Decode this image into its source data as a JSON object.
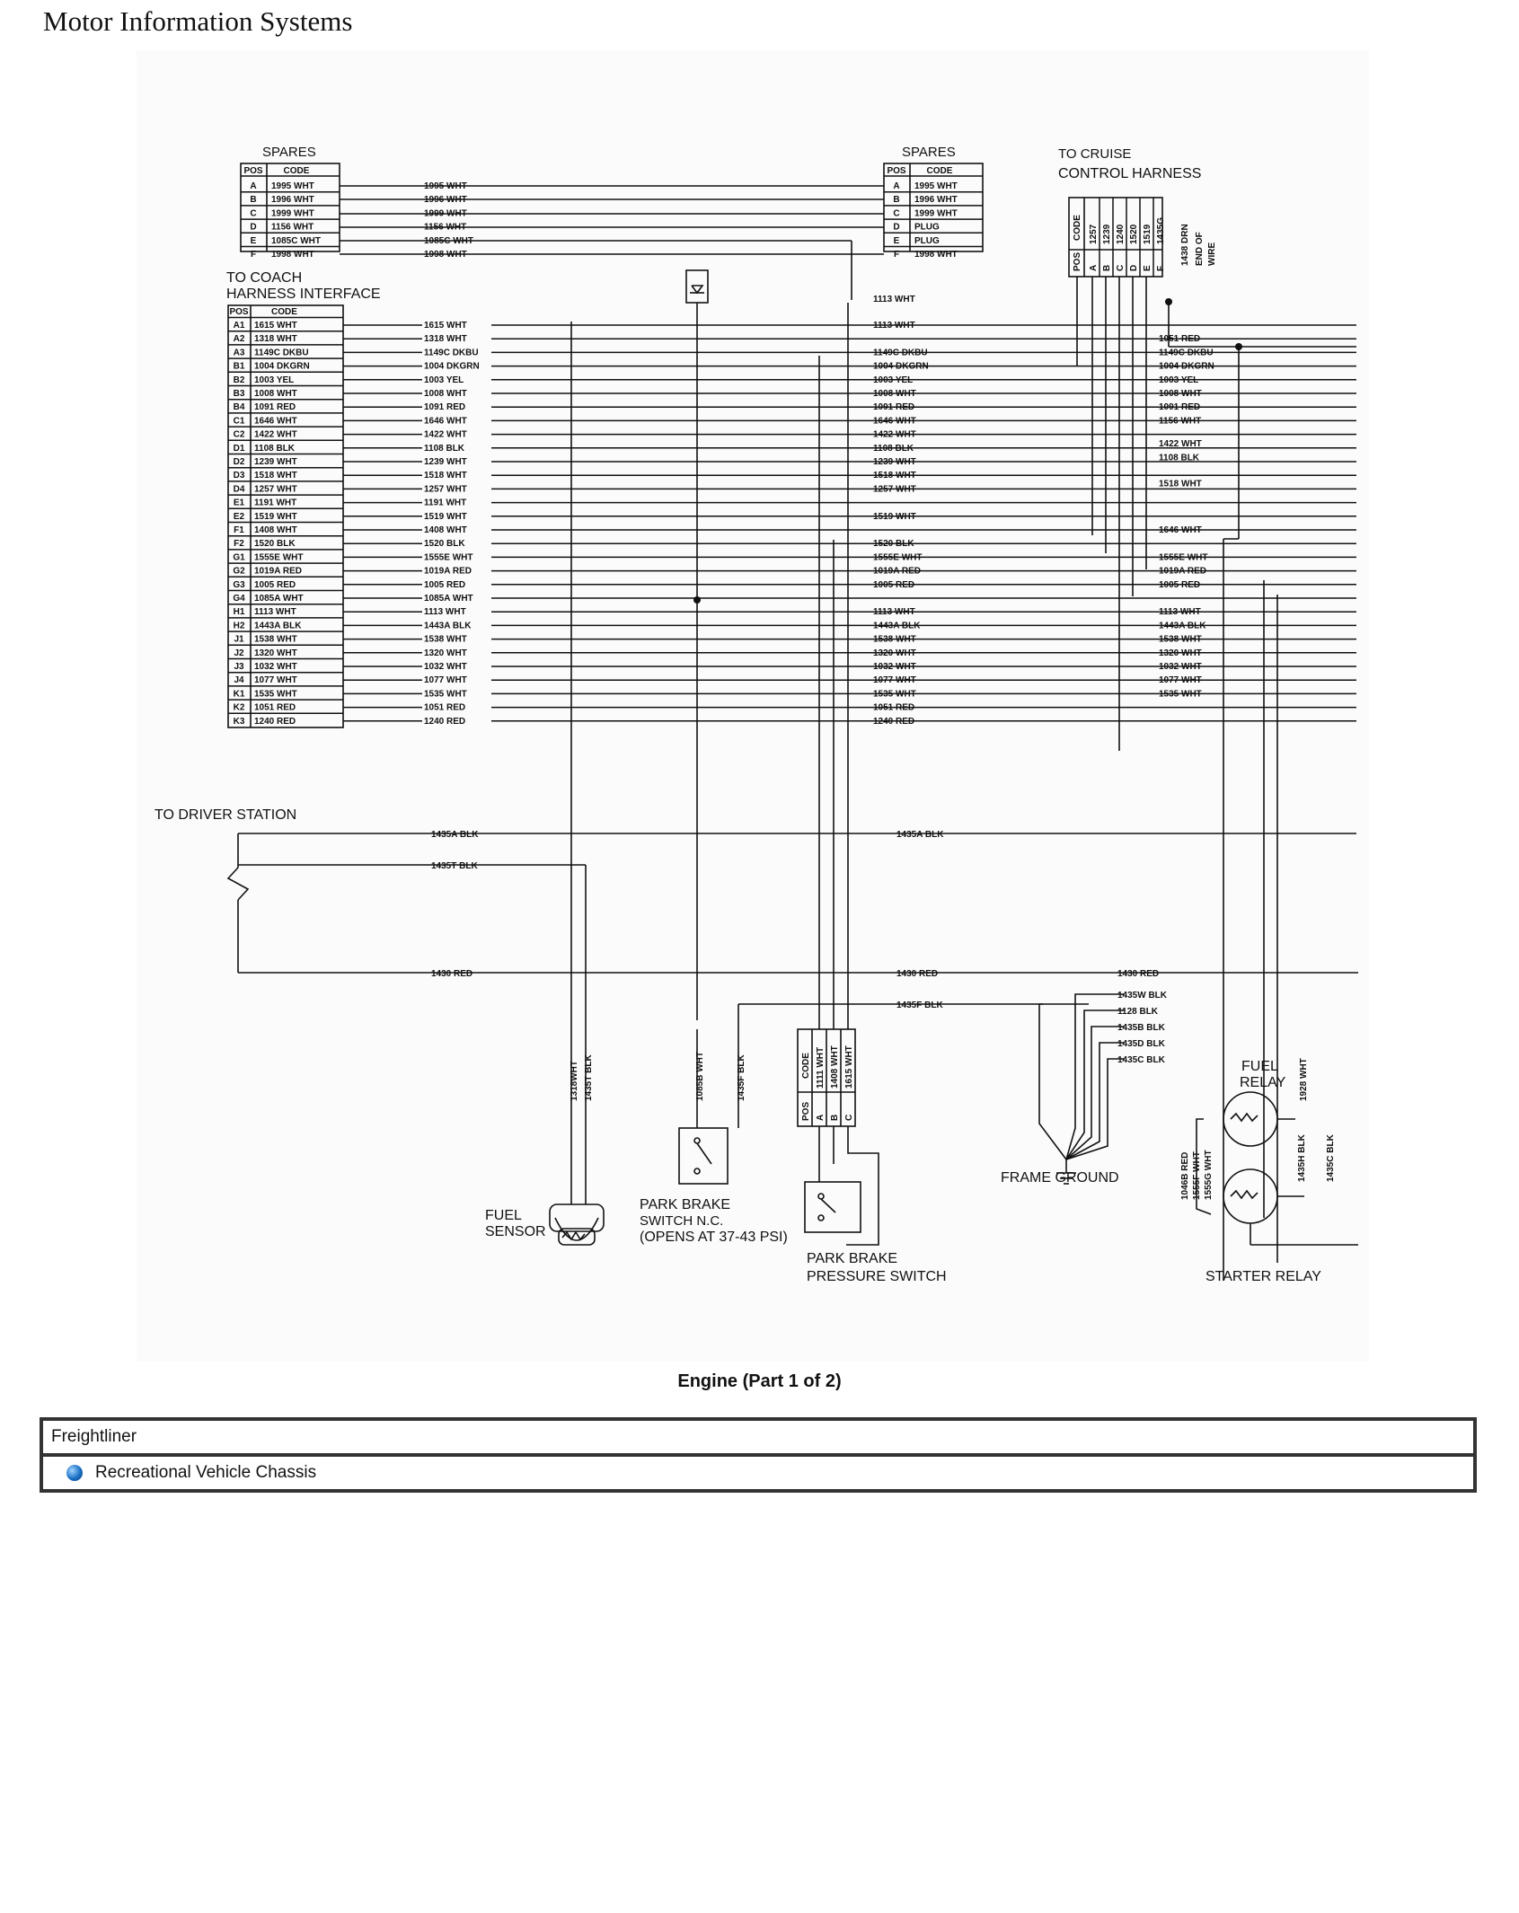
{
  "header": {
    "title": "Motor Information Systems"
  },
  "diagram": {
    "spares_left": {
      "title": "SPARES",
      "columns": [
        "POS",
        "CODE"
      ],
      "rows": [
        [
          "A",
          "1995 WHT"
        ],
        [
          "B",
          "1996 WHT"
        ],
        [
          "C",
          "1999 WHT"
        ],
        [
          "D",
          "1156 WHT"
        ],
        [
          "E",
          "1085C WHT"
        ],
        [
          "F",
          "1998 WHT"
        ]
      ],
      "wire_labels": [
        "1995 WHT",
        "1996 WHT",
        "1999 WHT",
        "1156 WHT",
        "1085C WHT",
        "1998 WHT"
      ]
    },
    "spares_right": {
      "title": "SPARES",
      "columns": [
        "POS",
        "CODE"
      ],
      "rows": [
        [
          "A",
          "1995 WHT"
        ],
        [
          "B",
          "1996 WHT"
        ],
        [
          "C",
          "1999 WHT"
        ],
        [
          "D",
          "PLUG"
        ],
        [
          "E",
          "PLUG"
        ],
        [
          "F",
          "1998 WHT"
        ]
      ]
    },
    "cruise": {
      "title_line1": "TO CRUISE",
      "title_line2": "CONTROL HARNESS",
      "columns": [
        "POS",
        "CODE"
      ],
      "rows": [
        [
          "A",
          "1257"
        ],
        [
          "B",
          "1239"
        ],
        [
          "C",
          "1240"
        ],
        [
          "D",
          "1520"
        ],
        [
          "E",
          "1519"
        ],
        [
          "F",
          "1435G"
        ]
      ],
      "end_wire_label": "1438 DRN",
      "end_note_line1": "END OF",
      "end_note_line2": "WIRE"
    },
    "coach": {
      "title_line1": "TO COACH",
      "title_line2": "HARNESS INTERFACE",
      "columns": [
        "POS",
        "CODE"
      ],
      "rows": [
        [
          "A1",
          "1615 WHT"
        ],
        [
          "A2",
          "1318 WHT"
        ],
        [
          "A3",
          "1149C DKBU"
        ],
        [
          "B1",
          "1004 DKGRN"
        ],
        [
          "B2",
          "1003 YEL"
        ],
        [
          "B3",
          "1008 WHT"
        ],
        [
          "B4",
          "1091 RED"
        ],
        [
          "C1",
          "1646 WHT"
        ],
        [
          "C2",
          "1422 WHT"
        ],
        [
          "D1",
          "1108 BLK"
        ],
        [
          "D2",
          "1239 WHT"
        ],
        [
          "D3",
          "1518 WHT"
        ],
        [
          "D4",
          "1257 WHT"
        ],
        [
          "E1",
          "1191 WHT"
        ],
        [
          "E2",
          "1519 WHT"
        ],
        [
          "F1",
          "1408 WHT"
        ],
        [
          "F2",
          "1520 BLK"
        ],
        [
          "G1",
          "1555E WHT"
        ],
        [
          "G2",
          "1019A RED"
        ],
        [
          "G3",
          "1005 RED"
        ],
        [
          "G4",
          "1085A WHT"
        ],
        [
          "H1",
          "1113 WHT"
        ],
        [
          "H2",
          "1443A BLK"
        ],
        [
          "J1",
          "1538 WHT"
        ],
        [
          "J2",
          "1320 WHT"
        ],
        [
          "J3",
          "1032 WHT"
        ],
        [
          "J4",
          "1077 WHT"
        ],
        [
          "K1",
          "1535 WHT"
        ],
        [
          "K2",
          "1051 RED"
        ],
        [
          "K3",
          "1240 RED"
        ]
      ],
      "wire_labels": [
        "1615 WHT",
        "1318 WHT",
        "1149C DKBU",
        "1004 DKGRN",
        "1003 YEL",
        "1008 WHT",
        "1091 RED",
        "1646 WHT",
        "1422 WHT",
        "1108 BLK",
        "1239 WHT",
        "1518 WHT",
        "1257 WHT",
        "1191 WHT",
        "1519 WHT",
        "1408 WHT",
        "1520 BLK",
        "1555E WHT",
        "1019A RED",
        "1005 RED",
        "1085A WHT",
        "1113 WHT",
        "1443A BLK",
        "1538 WHT",
        "1320 WHT",
        "1032 WHT",
        "1077 WHT",
        "1535 WHT",
        "1051 RED",
        "1240 RED"
      ]
    },
    "mid_labels": [
      {
        "row": 0,
        "text": "1113 WHT"
      },
      {
        "row": 2,
        "text": "1149C DKBU"
      },
      {
        "row": 3,
        "text": "1004 DKGRN"
      },
      {
        "row": 4,
        "text": "1003 YEL"
      },
      {
        "row": 5,
        "text": "1008 WHT"
      },
      {
        "row": 6,
        "text": "1091 RED"
      },
      {
        "row": 7,
        "text": "1646 WHT"
      },
      {
        "row": 8,
        "text": "1422 WHT"
      },
      {
        "row": 9,
        "text": "1108 BLK"
      },
      {
        "row": 10,
        "text": "1239 WHT"
      },
      {
        "row": 11,
        "text": "1518 WHT"
      },
      {
        "row": 12,
        "text": "1257 WHT"
      },
      {
        "row": 14,
        "text": "1519 WHT"
      },
      {
        "row": 16,
        "text": "1520 BLK"
      },
      {
        "row": 17,
        "text": "1555E WHT"
      },
      {
        "row": 18,
        "text": "1019A RED"
      },
      {
        "row": 19,
        "text": "1005 RED"
      },
      {
        "row": 21,
        "text": "1113 WHT"
      },
      {
        "row": 22,
        "text": "1443A BLK"
      },
      {
        "row": 23,
        "text": "1538 WHT"
      },
      {
        "row": 24,
        "text": "1320 WHT"
      },
      {
        "row": 25,
        "text": "1032 WHT"
      },
      {
        "row": 26,
        "text": "1077 WHT"
      },
      {
        "row": 27,
        "text": "1535 WHT"
      },
      {
        "row": 28,
        "text": "1051 RED"
      },
      {
        "row": 29,
        "text": "1240 RED"
      }
    ],
    "right_labels": [
      {
        "row": 1,
        "text": "1051 RED"
      },
      {
        "row": 2,
        "text": "1149C DKBU"
      },
      {
        "row": 3,
        "text": "1004 DKGRN"
      },
      {
        "row": 4,
        "text": "1003 YEL"
      },
      {
        "row": 5,
        "text": "1008 WHT"
      },
      {
        "row": 6,
        "text": "1091 RED"
      },
      {
        "row": 7,
        "text": "1156 WHT"
      },
      {
        "row": 8.7,
        "text": "1422 WHT"
      },
      {
        "row": 9.7,
        "text": "1108 BLK"
      },
      {
        "row": 11.6,
        "text": "1518 WHT"
      },
      {
        "row": 15,
        "text": "1646 WHT"
      },
      {
        "row": 17,
        "text": "1555E WHT"
      },
      {
        "row": 18,
        "text": "1019A RED"
      },
      {
        "row": 19,
        "text": "1005 RED"
      },
      {
        "row": 21,
        "text": "1113 WHT"
      },
      {
        "row": 22,
        "text": "1443A BLK"
      },
      {
        "row": 23,
        "text": "1538 WHT"
      },
      {
        "row": 24,
        "text": "1320 WHT"
      },
      {
        "row": 25,
        "text": "1032 WHT"
      },
      {
        "row": 26,
        "text": "1077 WHT"
      },
      {
        "row": 27,
        "text": "1535 WHT"
      }
    ],
    "driver": {
      "title": "TO DRIVER STATION",
      "w1": "1435A BLK",
      "w1b": "1435A BLK",
      "w2": "1435T BLK",
      "w3": "1430 RED",
      "w3b": "1430 RED",
      "w3c": "1430 RED",
      "w4": "1435F BLK"
    },
    "ground": {
      "wires": [
        "1435W BLK",
        "1128 BLK",
        "1435B BLK",
        "1435D BLK",
        "1435C BLK"
      ],
      "label": "FRAME GROUND"
    },
    "fuel_sensor": {
      "line1": "FUEL",
      "line2": "SENSOR",
      "wire_a": "1318WHT",
      "wire_b": "1435T BLK"
    },
    "park_brake_switch": {
      "line1": "PARK BRAKE",
      "line2": "SWITCH N.C.",
      "line3": "(OPENS AT 37-43 PSI)",
      "wire_a": "1085B WHT",
      "wire_b": "1435F BLK"
    },
    "pressure_switch": {
      "line1": "PARK BRAKE",
      "line2": "PRESSURE SWITCH",
      "columns": [
        "POS",
        "CODE"
      ],
      "rows": [
        [
          "A",
          "1111 WHT"
        ],
        [
          "B",
          "1408 WHT"
        ],
        [
          "C",
          "1615 WHT"
        ]
      ]
    },
    "fuel_relay": {
      "line1": "FUEL",
      "line2": "RELAY",
      "wire": "1928 WHT"
    },
    "starter_relay": {
      "label": "STARTER RELAY",
      "wires_left": [
        "1046B RED",
        "1555F WHT",
        "1555G WHT"
      ],
      "wires_right": [
        "1435H BLK",
        "1435C BLK"
      ]
    },
    "partial_label": "1113 WHT"
  },
  "caption": "Engine (Part 1 of 2)",
  "vehicle": {
    "make": "Freightliner",
    "model": "Recreational Vehicle Chassis"
  }
}
